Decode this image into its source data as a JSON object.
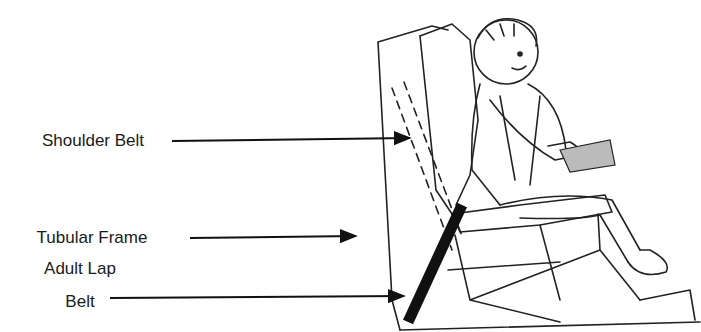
{
  "diagram": {
    "labels": [
      "Shoulder Belt",
      "Tubular Frame",
      "Adult Lap Belt"
    ]
  }
}
